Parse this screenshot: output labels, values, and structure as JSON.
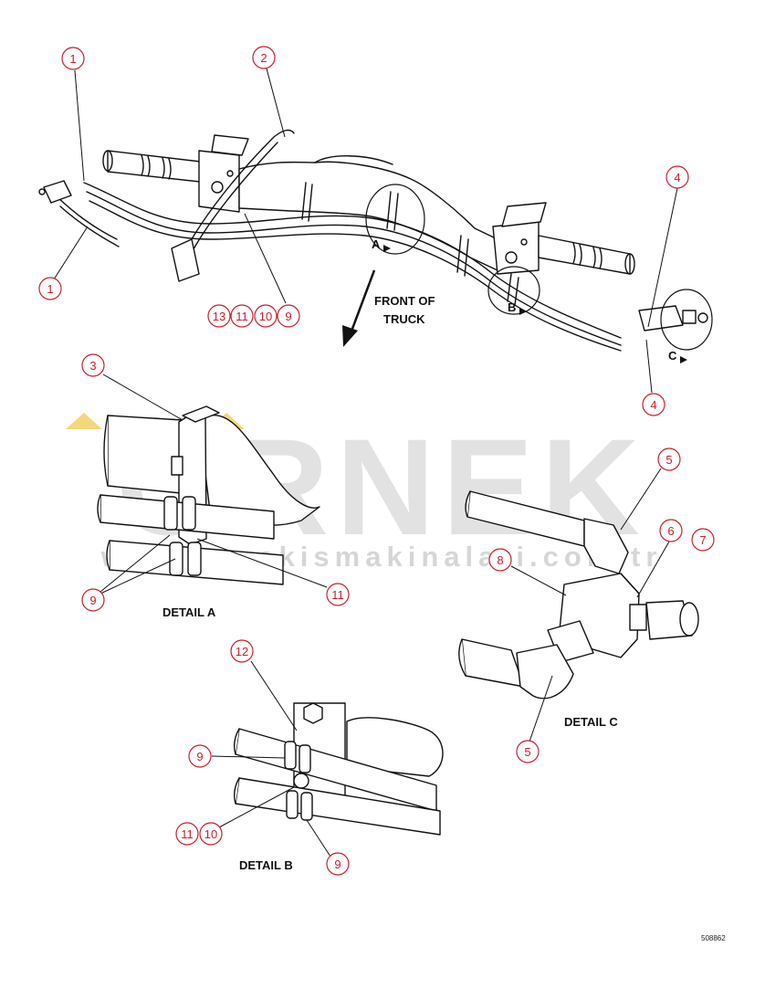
{
  "watermark": {
    "word": "ÖRNEK",
    "url": "www.ornekismakinalari.com.tr",
    "color": "#d9d9d9",
    "accent": "#f2d36b"
  },
  "direction": {
    "line1": "FRONT OF",
    "line2": "TRUCK"
  },
  "views": {
    "a": "A",
    "b": "B",
    "c": "C"
  },
  "details": {
    "a": "DETAIL A",
    "b": "DETAIL B",
    "c": "DETAIL C"
  },
  "callouts": {
    "c1a": "1",
    "c1b": "1",
    "c2": "2",
    "c3": "3",
    "c4a": "4",
    "c4b": "4",
    "c5a": "5",
    "c5b": "5",
    "c6": "6",
    "c7": "7",
    "c8": "8",
    "c9a": "9",
    "c9b": "9",
    "c9c": "9",
    "c9d": "9",
    "c10a": "10",
    "c10b": "10",
    "c11a": "11",
    "c11b": "11",
    "c11c": "11",
    "c12": "12",
    "c13": "13"
  },
  "drawing_number": "508862",
  "colors": {
    "callout": "#c8202a",
    "line": "#111111"
  }
}
